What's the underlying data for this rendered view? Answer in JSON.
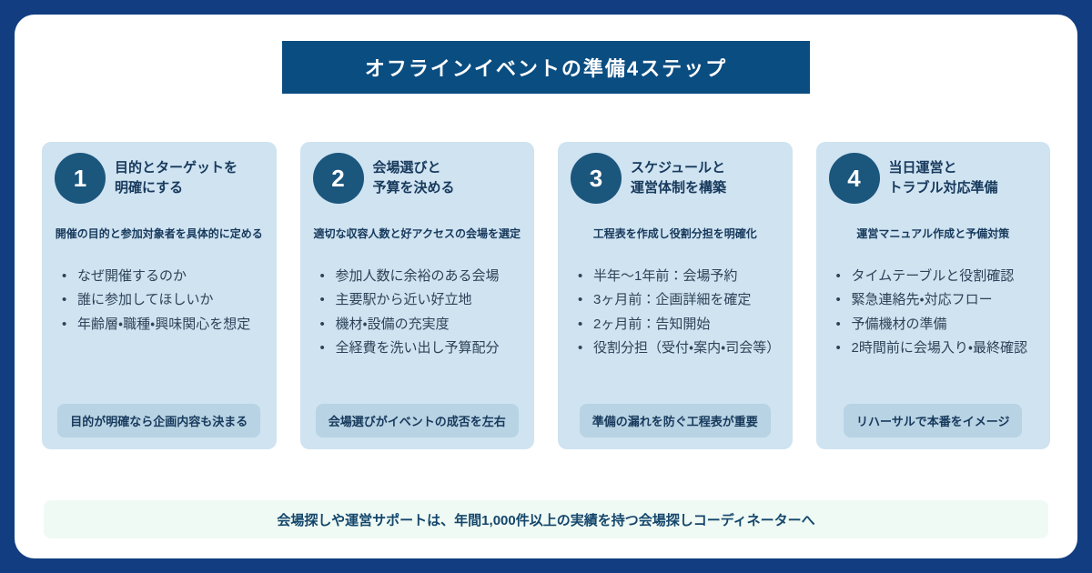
{
  "palette": {
    "frame_bg": "#123E81",
    "panel_bg": "#FFFFFF",
    "title_bar_bg": "#0A4D81",
    "card_bg": "#CFE3F1",
    "circle_bg": "#1B567D",
    "heading_text": "#17395C",
    "body_text": "#2E4358",
    "badge_bg": "#B8D3E3",
    "footer_bg": "#EFFAF4",
    "footer_text": "#14466B"
  },
  "header": {
    "title": "オフラインイベントの準備4ステップ"
  },
  "cards": [
    {
      "number": "1",
      "title_line1": "目的とターゲットを",
      "title_line2": "明確にする",
      "subtitle": "開催の目的と参加対象者を具体的に定める",
      "bullets": [
        "なぜ開催するのか",
        "誰に参加してほしいか",
        "年齢層・職種・興味関心を想定"
      ],
      "badge": "目的が明確なら企画内容も決まる"
    },
    {
      "number": "2",
      "title_line1": "会場選びと",
      "title_line2": "予算を決める",
      "subtitle": "適切な収容人数と好アクセスの会場を選定",
      "bullets": [
        "参加人数に余裕のある会場",
        "主要駅から近い好立地",
        "機材・設備の充実度",
        "全経費を洗い出し予算配分"
      ],
      "badge": "会場選びがイベントの成否を左右"
    },
    {
      "number": "3",
      "title_line1": "スケジュールと",
      "title_line2": "運営体制を構築",
      "subtitle": "工程表を作成し役割分担を明確化",
      "bullets": [
        "半年〜1年前：会場予約",
        "3ヶ月前：企画詳細を確定",
        "2ヶ月前：告知開始",
        "役割分担（受付・案内・司会等）"
      ],
      "badge": "準備の漏れを防ぐ工程表が重要"
    },
    {
      "number": "4",
      "title_line1": "当日運営と",
      "title_line2": "トラブル対応準備",
      "subtitle": "運営マニュアル作成と予備対策",
      "bullets": [
        "タイムテーブルと役割確認",
        "緊急連絡先・対応フロー",
        "予備機材の準備",
        "2時間前に会場入り・最終確認"
      ],
      "badge": "リハーサルで本番をイメージ"
    }
  ],
  "footer": {
    "note": "会場探しや運営サポートは、年間1,000件以上の実績を持つ会場探しコーディネーターへ"
  }
}
